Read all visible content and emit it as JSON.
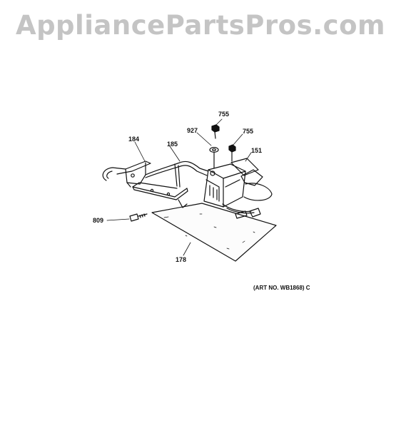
{
  "watermark": "AppliancePartsPros.com",
  "callouts": [
    {
      "id": "755a",
      "text": "755"
    },
    {
      "id": "927",
      "text": "927"
    },
    {
      "id": "755b",
      "text": "755"
    },
    {
      "id": "184",
      "text": "184"
    },
    {
      "id": "185",
      "text": "185"
    },
    {
      "id": "151",
      "text": "151"
    },
    {
      "id": "809",
      "text": "809"
    },
    {
      "id": "178",
      "text": "178"
    }
  ],
  "art_number": "(ART NO. WB1868) C"
}
